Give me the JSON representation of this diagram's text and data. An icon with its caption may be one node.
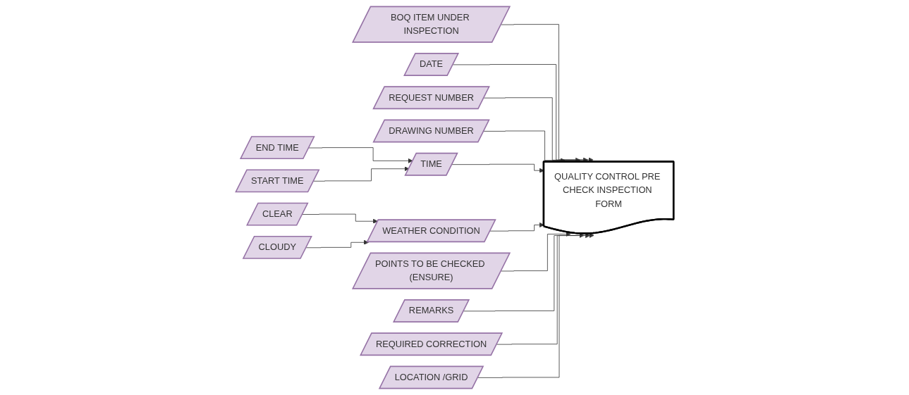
{
  "diagram": {
    "nodes": [
      {
        "text": [
          "BOQ ITEM UNDER INSPECTION"
        ]
      },
      {
        "text": [
          "DATE"
        ]
      },
      {
        "text": [
          "REQUEST NUMBER"
        ]
      },
      {
        "text": [
          "DRAWING NUMBER"
        ]
      },
      {
        "text": [
          "END TIME"
        ]
      },
      {
        "text": [
          "TIME"
        ]
      },
      {
        "text": [
          "QUALITY CONTROL PRE CHECK INSPECTION FORM"
        ]
      },
      {
        "text": [
          "WEATHER CONDITION"
        ]
      },
      {
        "text": [
          "CLEAR"
        ]
      },
      {
        "text": [
          "START TIME"
        ]
      },
      {
        "text": [
          "CLOUDY"
        ]
      },
      {
        "text": [
          "POINTS TO BE CHECKED (ENSURE)"
        ]
      },
      {
        "text": [
          "REMARKS"
        ]
      },
      {
        "text": [
          "REQUIRED CORRECTION"
        ]
      },
      {
        "text": [
          "LOCATION /GRID"
        ]
      }
    ],
    "edges": [
      {
        "from": 0,
        "to": 6,
        "arrow": "to"
      },
      {
        "from": 1,
        "to": 6,
        "arrow": "to"
      },
      {
        "from": 2,
        "to": 6,
        "arrow": "to"
      },
      {
        "from": 3,
        "to": 6,
        "arrow": "to"
      },
      {
        "from": 4,
        "to": 5,
        "arrow": "to"
      },
      {
        "from": 9,
        "to": 5,
        "arrow": "to"
      },
      {
        "from": 5,
        "to": 6,
        "arrow": "to"
      },
      {
        "from": 7,
        "to": 6,
        "arrow": "to"
      },
      {
        "from": 8,
        "to": 7,
        "arrow": "to"
      },
      {
        "from": 10,
        "to": 7,
        "arrow": "to"
      },
      {
        "from": 11,
        "to": 6,
        "arrow": "to"
      },
      {
        "from": 12,
        "to": 6,
        "arrow": "to"
      },
      {
        "from": 13,
        "to": 6,
        "arrow": "to"
      },
      {
        "from": 14,
        "to": 6,
        "arrow": "to"
      }
    ]
  }
}
